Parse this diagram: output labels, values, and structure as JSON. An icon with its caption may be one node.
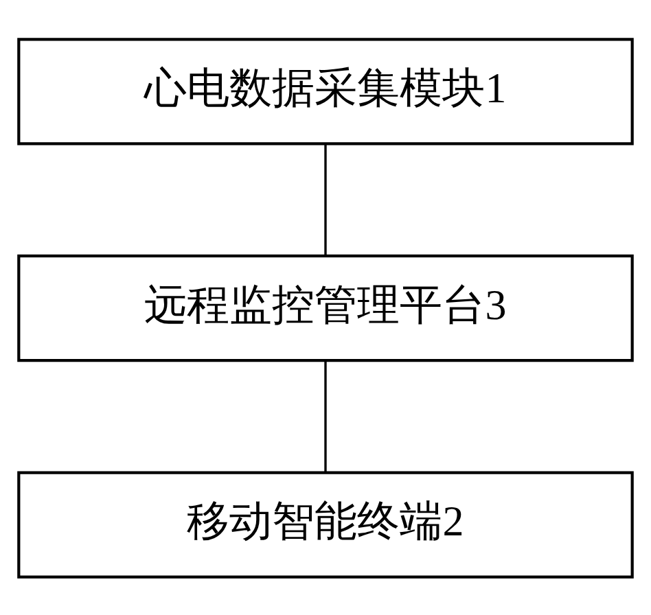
{
  "diagram": {
    "nodes": [
      {
        "text": [
          "心电数据采集模块1"
        ]
      },
      {
        "text": [
          "远程监控管理平台3"
        ]
      },
      {
        "text": [
          "移动智能终端2"
        ]
      }
    ],
    "edges": [
      {
        "from": 0,
        "to": 1,
        "arrow": "none"
      },
      {
        "from": 1,
        "to": 2,
        "arrow": "none"
      }
    ]
  }
}
